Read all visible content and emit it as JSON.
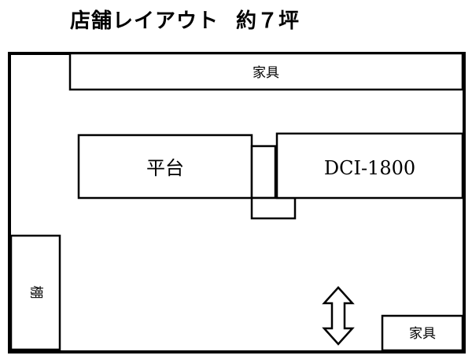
{
  "title": {
    "main": "店舗レイアウト",
    "area": "約７坪"
  },
  "layout": {
    "furniture_top_label": "家具",
    "platform_label": "平台",
    "dci_label": "DCⅠ-1800",
    "shelf_label": "棚",
    "furniture_bottom_label": "家具"
  },
  "icons": {
    "arrow": "double-arrow-vertical-icon"
  },
  "colors": {
    "line": "#000000",
    "background": "#ffffff"
  }
}
